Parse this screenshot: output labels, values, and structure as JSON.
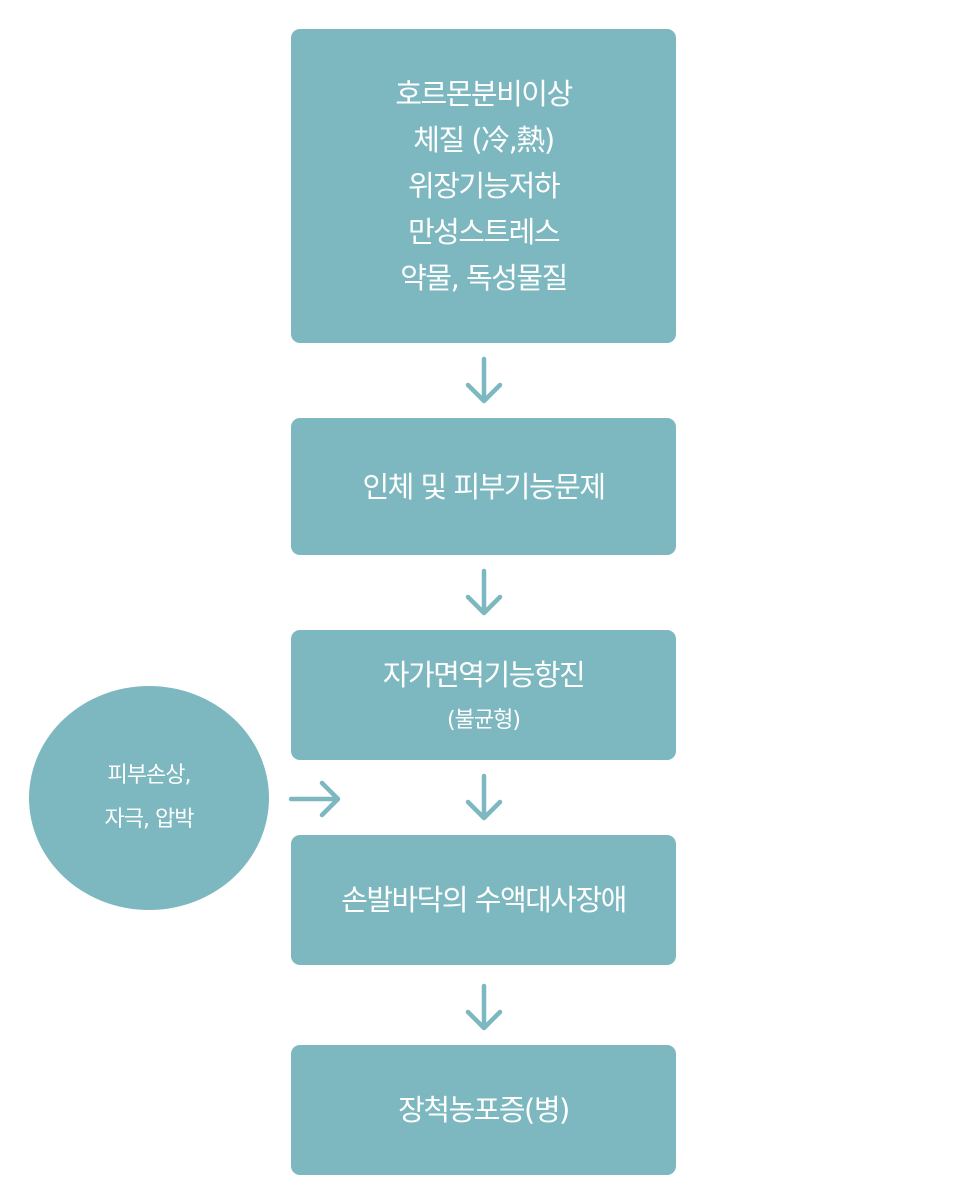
{
  "diagram": {
    "accent_color": "#7db8c0",
    "text_color": "#ffffff",
    "nodes": [
      {
        "id": "causes",
        "lines": [
          "호르몬분비이상",
          "체질 (冷,熱)",
          "위장기능저하",
          "만성스트레스",
          "약물, 독성물질"
        ]
      },
      {
        "id": "body-skin-function",
        "lines": [
          "인체 및 피부기능문제"
        ]
      },
      {
        "id": "autoimmune",
        "lines": [
          "자가면역기능항진"
        ],
        "sub": "(불균형)"
      },
      {
        "id": "sweat-metabolism",
        "lines": [
          "손발바닥의 수액대사장애"
        ]
      },
      {
        "id": "ppp",
        "lines": [
          "장척농포증(병)"
        ]
      }
    ],
    "side_node": {
      "id": "external-factors",
      "lines": [
        "피부손상,",
        "자극, 압박"
      ]
    },
    "edges": [
      {
        "from": "causes",
        "to": "body-skin-function",
        "direction": "down"
      },
      {
        "from": "body-skin-function",
        "to": "autoimmune",
        "direction": "down"
      },
      {
        "from": "autoimmune",
        "to": "sweat-metabolism",
        "direction": "down"
      },
      {
        "from": "external-factors",
        "to": "sweat-metabolism",
        "direction": "right"
      },
      {
        "from": "sweat-metabolism",
        "to": "ppp",
        "direction": "down"
      }
    ]
  }
}
